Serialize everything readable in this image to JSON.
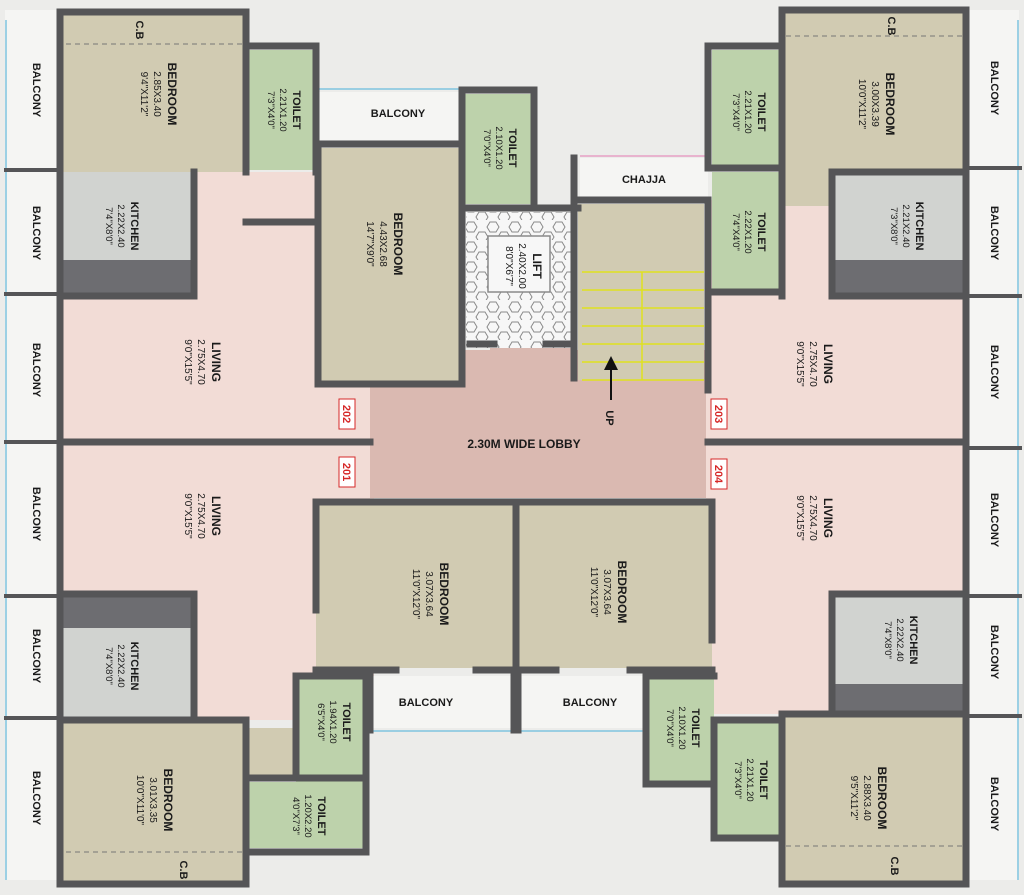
{
  "colors": {
    "beige": "#d1cbb2",
    "green": "#bdd2ab",
    "grey": "#d1d3d0",
    "pink": "#f2dcd6",
    "lobby": "#dab9b1",
    "balcony": "#f5f5f3",
    "wall": "#555557",
    "counter": "#6d6d71",
    "unit_tag": "#d62828"
  },
  "lobby": {
    "label": "2.30M WIDE LOBBY"
  },
  "stair": {
    "label": "UP"
  },
  "units": [
    "202",
    "203",
    "201",
    "204"
  ],
  "rooms": {
    "bed_tl": {
      "name": "BEDROOM",
      "dim": "2.85X3.40",
      "imp": "9'4\"X11'2\""
    },
    "bed_tc": {
      "name": "BEDROOM",
      "dim": "4.43X2.68",
      "imp": "14'7\"X9'0\""
    },
    "bed_tr": {
      "name": "BEDROOM",
      "dim": "3.00X3.39",
      "imp": "10'0\"X11'2\""
    },
    "bed_cl": {
      "name": "BEDROOM",
      "dim": "3.07X3.64",
      "imp": "11'0\"X12'0\""
    },
    "bed_cr": {
      "name": "BEDROOM",
      "dim": "3.07X3.64",
      "imp": "11'0\"X12'0\""
    },
    "bed_bl": {
      "name": "BEDROOM",
      "dim": "3.01X3.35",
      "imp": "10'0\"X11'0\""
    },
    "bed_br": {
      "name": "BEDROOM",
      "dim": "2.88X3.40",
      "imp": "9'5\"X11'2\""
    },
    "toi_1": {
      "name": "TOILET",
      "dim": "2.21X1.20",
      "imp": "7'3\"X4'0\""
    },
    "toi_2": {
      "name": "TOILET",
      "dim": "2.10X1.20",
      "imp": "7'0\"X4'0\""
    },
    "toi_3": {
      "name": "TOILET",
      "dim": "2.21X1.20",
      "imp": "7'3\"X4'0\""
    },
    "toi_4": {
      "name": "TOILET",
      "dim": "2.22X1.20",
      "imp": "7'4\"X4'0\""
    },
    "toi_5": {
      "name": "TOILET",
      "dim": "1.94X1.20",
      "imp": "6'5\"X4'0\""
    },
    "toi_6": {
      "name": "TOILET",
      "dim": "1.20X2.20",
      "imp": "4'0\"X7'3\""
    },
    "toi_7": {
      "name": "TOILET",
      "dim": "2.10X1.20",
      "imp": "7'0\"X4'0\""
    },
    "toi_8": {
      "name": "TOILET",
      "dim": "2.21X1.20",
      "imp": "7'3\"X4'0\""
    },
    "kit_tl": {
      "name": "KITCHEN",
      "dim": "2.22X2.40",
      "imp": "7'4\"X8'0\""
    },
    "kit_tr": {
      "name": "KITCHEN",
      "dim": "2.21X2.40",
      "imp": "7'3\"X8'0\""
    },
    "kit_bl": {
      "name": "KITCHEN",
      "dim": "2.22X2.40",
      "imp": "7'4\"X8'0\""
    },
    "kit_br": {
      "name": "KITCHEN",
      "dim": "2.22X2.40",
      "imp": "7'4\"X8'0\""
    },
    "liv_tl": {
      "name": "LIVING",
      "dim": "2.75X4.70",
      "imp": "9'0\"X15'5\""
    },
    "liv_bl": {
      "name": "LIVING",
      "dim": "2.75X4.70",
      "imp": "9'0\"X15'5\""
    },
    "liv_tr": {
      "name": "LIVING",
      "dim": "2.75X4.70",
      "imp": "9'0\"X15'5\""
    },
    "liv_br": {
      "name": "LIVING",
      "dim": "2.75X4.70",
      "imp": "9'0\"X15'5\""
    },
    "lift": {
      "name": "LIFT",
      "dim": "2.40X2.00",
      "imp": "8'0\"X6'7\""
    }
  },
  "balcony": {
    "label": "BALCONY"
  },
  "chajja": {
    "label": "CHAJJA"
  },
  "cb": {
    "label": "C.B"
  }
}
